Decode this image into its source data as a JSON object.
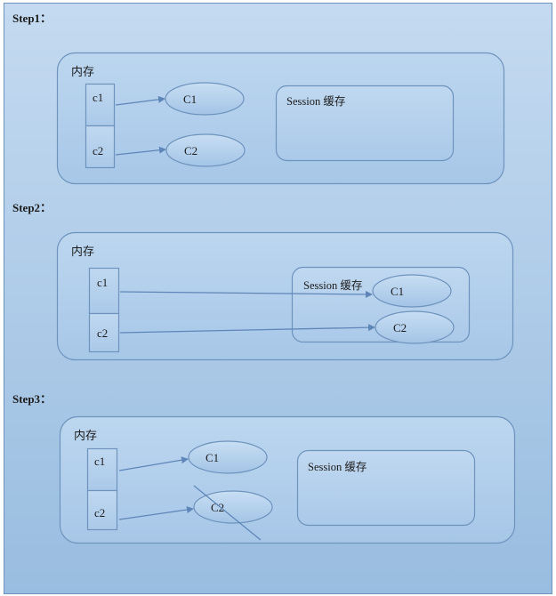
{
  "colors": {
    "background_top": "#c4daf0",
    "background_bottom": "#99bde0",
    "stroke": "#6e93bd",
    "panel_fill": "#b3d0ec",
    "arrow": "#5f86b8",
    "text": "#1c1c1c"
  },
  "steps": [
    {
      "label": "Step1：",
      "memory_label": "内存",
      "cells": [
        "c1",
        "c2"
      ],
      "objects": [
        "C1",
        "C2"
      ],
      "session_label": "Session 缓存"
    },
    {
      "label": "Step2：",
      "memory_label": "内存",
      "cells": [
        "c1",
        "c2"
      ],
      "objects": [
        "C1",
        "C2"
      ],
      "session_label": "Session 缓存"
    },
    {
      "label": "Step3：",
      "memory_label": "内存",
      "cells": [
        "c1",
        "c2"
      ],
      "objects": [
        "C1",
        "C2"
      ],
      "session_label": "Session 缓存"
    }
  ]
}
